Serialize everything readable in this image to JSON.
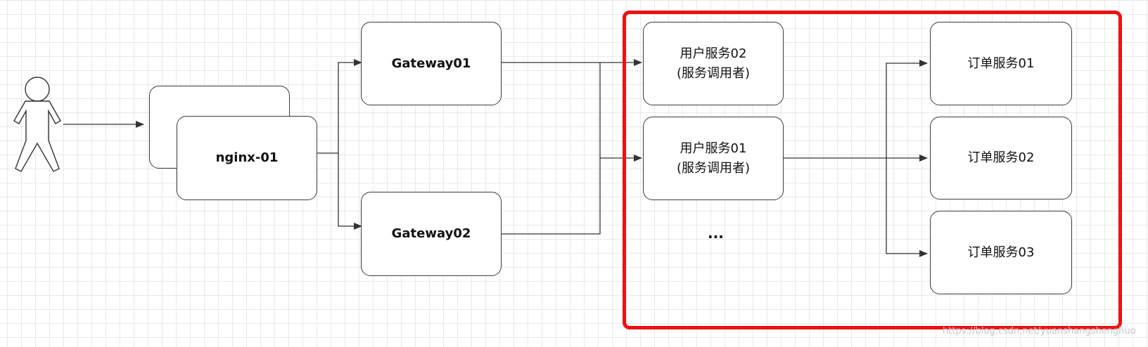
{
  "diagram": {
    "nodes": {
      "nginx": "nginx-01",
      "gateway1": "Gateway01",
      "gateway2": "Gateway02",
      "user_service_02": {
        "line1": "用户服务02",
        "line2": "(服务调用者)"
      },
      "user_service_01": {
        "line1": "用户服务01",
        "line2": "(服务调用者)"
      },
      "user_service_more": "...",
      "order_service_01": "订单服务01",
      "order_service_02": "订单服务02",
      "order_service_03": "订单服务03"
    },
    "edges": [
      {
        "from": "user",
        "to": "nginx"
      },
      {
        "from": "nginx",
        "to": "gateway1"
      },
      {
        "from": "nginx",
        "to": "gateway2"
      },
      {
        "from": "gateway1",
        "to": "user_service_02"
      },
      {
        "from": "gateway1",
        "to": "user_service_01"
      },
      {
        "from": "gateway2",
        "to": "user_service_02"
      },
      {
        "from": "gateway2",
        "to": "user_service_01"
      },
      {
        "from": "user_service_01",
        "to": "order_service_01"
      },
      {
        "from": "user_service_01",
        "to": "order_service_02"
      },
      {
        "from": "user_service_01",
        "to": "order_service_03"
      }
    ],
    "highlight_color": "#ee1111",
    "line_color": "#333333"
  },
  "watermark": "https://blog.csdn.net/yuanshangshenghuo"
}
